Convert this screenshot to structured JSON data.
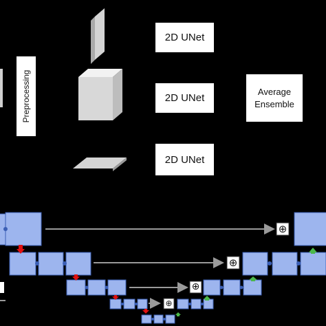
{
  "preprocessing": {
    "label": "Preprocessing"
  },
  "unets": [
    {
      "label": "2D UNet"
    },
    {
      "label": "2D UNet"
    },
    {
      "label": "2D UNet"
    }
  ],
  "ensemble": {
    "label": "Average\nEnsemble"
  },
  "skip_symbol": "⊕",
  "colors": {
    "background": "#000000",
    "block_fill": "#9db5ee",
    "block_stroke": "#3b5fb5",
    "arrow_gray": "#9a9a9a",
    "downsample_red": "#e01010",
    "upsample_green": "#4bb84b",
    "slice_gray": "#d4d4d4"
  }
}
